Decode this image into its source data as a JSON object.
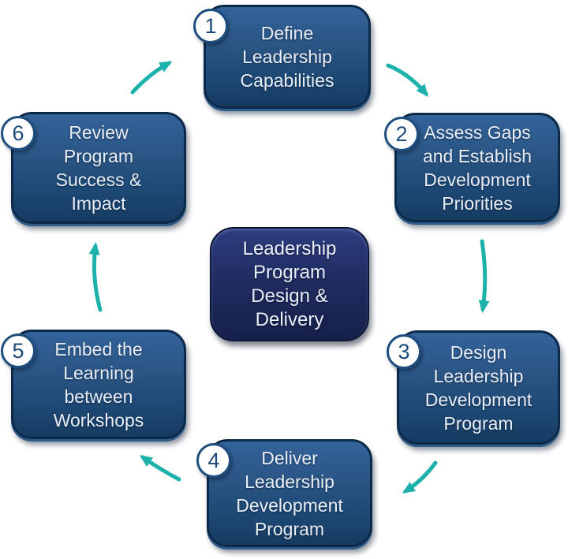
{
  "center": {
    "label": "Leadership\nProgram\nDesign &\nDelivery"
  },
  "steps": [
    {
      "number": "1",
      "label": "Define\nLeadership\nCapabilities"
    },
    {
      "number": "2",
      "label": "Assess Gaps\nand Establish\nDevelopment\nPriorities"
    },
    {
      "number": "3",
      "label": "Design\nLeadership\nDevelopment\nProgram"
    },
    {
      "number": "4",
      "label": "Deliver\nLeadership\nDevelopment\nProgram"
    },
    {
      "number": "5",
      "label": "Embed the\nLearning\nbetween\nWorkshops"
    },
    {
      "number": "6",
      "label": "Review\nProgram\nSuccess &\nImpact"
    }
  ],
  "connections": [
    {
      "from": "1",
      "to": "2"
    },
    {
      "from": "2",
      "to": "3"
    },
    {
      "from": "3",
      "to": "4"
    },
    {
      "from": "4",
      "to": "5"
    },
    {
      "from": "5",
      "to": "6"
    },
    {
      "from": "6",
      "to": "1"
    }
  ],
  "colors": {
    "step_box_fill_top": "#34639b",
    "step_box_fill_bottom": "#163b61",
    "step_box_border": "#0b2948",
    "center_box_fill_top": "#2d3d7e",
    "center_box_fill_bottom": "#16204a",
    "center_box_border": "#0e1636",
    "arrow": "#1db1ab",
    "label_text": "#e9eff8",
    "badge_fill": "#ffffff",
    "badge_border": "#1d4e7e",
    "badge_text": "#1c4a7b",
    "background": "#ffffff"
  }
}
